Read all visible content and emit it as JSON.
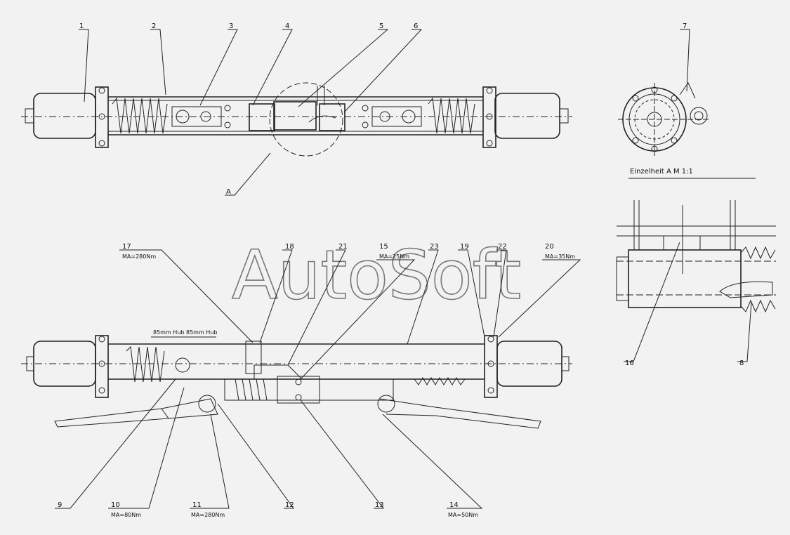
{
  "watermark": "AutoSoft",
  "detail_title": "Einzelheit A  M 1:1",
  "detail_marker": "A",
  "stroke_label_1": "85mm Hub",
  "stroke_label_2": "85mm Hub",
  "callouts": {
    "c1": "1",
    "c2": "2",
    "c3": "3",
    "c4": "4",
    "c5": "5",
    "c6": "6",
    "c7": "7",
    "c8": "8",
    "c9": "9",
    "c10": "10",
    "c11": "11",
    "c12": "12",
    "c13": "13",
    "c14": "14",
    "c15": "15",
    "c16": "16",
    "c17": "17",
    "c18": "18",
    "c19": "19",
    "c20": "20",
    "c21": "21",
    "c22": "22",
    "c23": "23"
  },
  "torques": {
    "t10": "MA=80Nm",
    "t11": "MA=280Nm",
    "t14": "MA=50Nm",
    "t15": "MA=25Nm",
    "t17": "MA=280Nm",
    "t20": "MA=35Nm"
  }
}
